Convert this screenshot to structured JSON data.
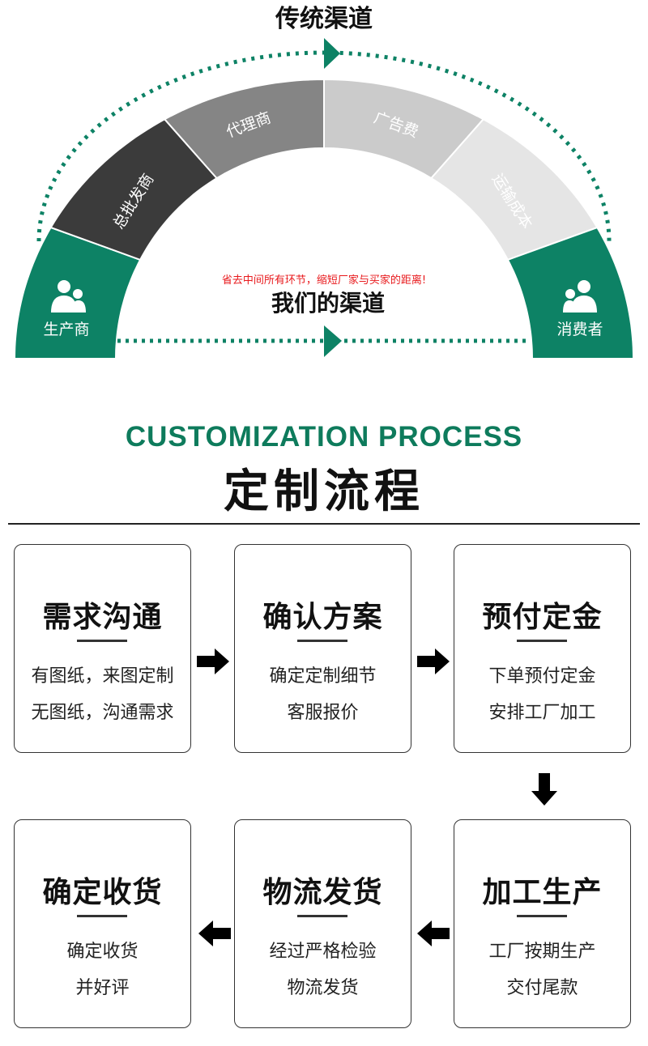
{
  "channel": {
    "traditional_title": "传统渠道",
    "our_title": "我们的渠道",
    "slogan": "省去中间所有环节，缩短厂家与买家的距离!",
    "producer": "生产商",
    "consumer": "消费者",
    "segments": [
      "总批发商",
      "代理商",
      "广告费",
      "运输成本"
    ],
    "colors": {
      "green": "#0d8265",
      "dark": "#3b3b3b",
      "mid": "#858585",
      "light": "#cbcbcb",
      "lighter": "#e5e5e5",
      "slogan": "#e8191c"
    }
  },
  "process": {
    "title_en": "CUSTOMIZATION PROCESS",
    "title_cn": "定制流程",
    "steps": [
      {
        "title": "需求沟通",
        "line1": "有图纸，来图定制",
        "line2": "无图纸，沟通需求"
      },
      {
        "title": "确认方案",
        "line1": "确定定制细节",
        "line2": "客服报价"
      },
      {
        "title": "预付定金",
        "line1": "下单预付定金",
        "line2": "安排工厂加工"
      },
      {
        "title": "加工生产",
        "line1": "工厂按期生产",
        "line2": "交付尾款"
      },
      {
        "title": "物流发货",
        "line1": "经过严格检验",
        "line2": "物流发货"
      },
      {
        "title": "确定收货",
        "line1": "确定收货",
        "line2": "并好评"
      }
    ]
  }
}
